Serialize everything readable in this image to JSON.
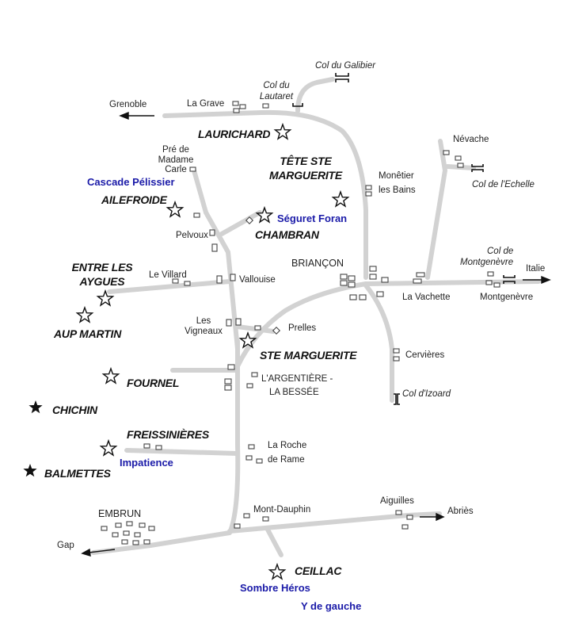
{
  "colors": {
    "road": "#d2d2d2",
    "building": "#444444",
    "text": "#222222",
    "route_label": "#1a1aa8"
  },
  "icons": {
    "site_marker": "star-icon",
    "settlement": "building-icon",
    "pass": "pass-icon",
    "direction": "arrow-icon"
  },
  "destinations": {
    "grenoble": "Grenoble",
    "italie": "Italie",
    "gap": "Gap",
    "abries": "Abriès"
  },
  "passes": {
    "galibier": "Col du Galibier",
    "lautaret_line1": "Col du",
    "lautaret_line2": "Lautaret",
    "echelle": "Col de l'Echelle",
    "montgenevre_line1": "Col de",
    "montgenevre_line2": "Montgenèvre",
    "izoard": "Col d'Izoard"
  },
  "towns": {
    "la_grave": "La Grave",
    "pre_madame_carle_line1": "Pré de",
    "pre_madame_carle_line2": "Madame",
    "pre_madame_carle_line3": "Carle",
    "nevache": "Névache",
    "monetier_line1": "Monêtier",
    "monetier_line2": "les Bains",
    "pelvoux": "Pelvoux",
    "briancon": "BRIANÇON",
    "le_villard": "Le Villard",
    "vallouise": "Vallouise",
    "la_vachette": "La Vachette",
    "montgenevre": "Montgenèvre",
    "les_vigneaux_line1": "Les",
    "les_vigneaux_line2": "Vigneaux",
    "prelles": "Prelles",
    "cervieres": "Cervières",
    "argentiere_line1": "L'ARGENTIÈRE -",
    "argentiere_line2": "LA BESSÉE",
    "la_roche_line1": "La Roche",
    "la_roche_line2": "de Rame",
    "embrun": "EMBRUN",
    "mont_dauphin": "Mont-Dauphin",
    "aiguilles": "Aiguilles"
  },
  "climbing_sites": {
    "laurichard": "LAURICHARD",
    "tete_ste_marguerite_line1": "TÊTE STE",
    "tete_ste_marguerite_line2": "MARGUERITE",
    "ailefroide": "AILEFROIDE",
    "chambran": "CHAMBRAN",
    "entre_les_aygues_line1": "ENTRE LES",
    "entre_les_aygues_line2": "AYGUES",
    "aup_martin": "AUP MARTIN",
    "ste_marguerite": "STE MARGUERITE",
    "fournel": "FOURNEL",
    "chichin": "CHICHIN",
    "freissinieres": "FREISSINIÈRES",
    "balmettes": "BALMETTES",
    "ceillac": "CEILLAC"
  },
  "route_annotations": {
    "cascade_pelissier": "Cascade Pélissier",
    "seguret_foran": "Séguret Foran",
    "impatience": "Impatience",
    "sombre_heros": "Sombre Héros",
    "y_de_gauche": "Y de gauche"
  }
}
